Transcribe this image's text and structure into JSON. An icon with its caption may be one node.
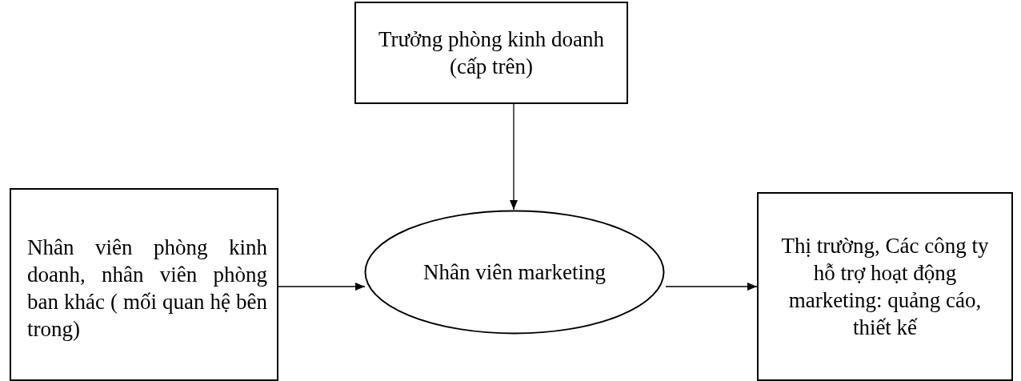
{
  "diagram": {
    "nodes": [
      {
        "text": [
          "Trưởng phòng kinh doanh (cấp trên)"
        ]
      },
      {
        "text": [
          "Nhân viên phòng kinh doanh, nhân viên phòng ban khác ( mối quan hệ bên trong)"
        ]
      },
      {
        "text": [
          "Nhân viên marketing"
        ]
      },
      {
        "text": [
          "Thị trường, Các công ty hỗ trợ hoạt động marketing: quảng cáo, thiết kế"
        ]
      }
    ],
    "edges": [
      {
        "from": 0,
        "to": 2,
        "arrow": "to"
      },
      {
        "from": 1,
        "to": 2,
        "arrow": "to"
      },
      {
        "from": 2,
        "to": 3,
        "arrow": "to"
      }
    ]
  }
}
